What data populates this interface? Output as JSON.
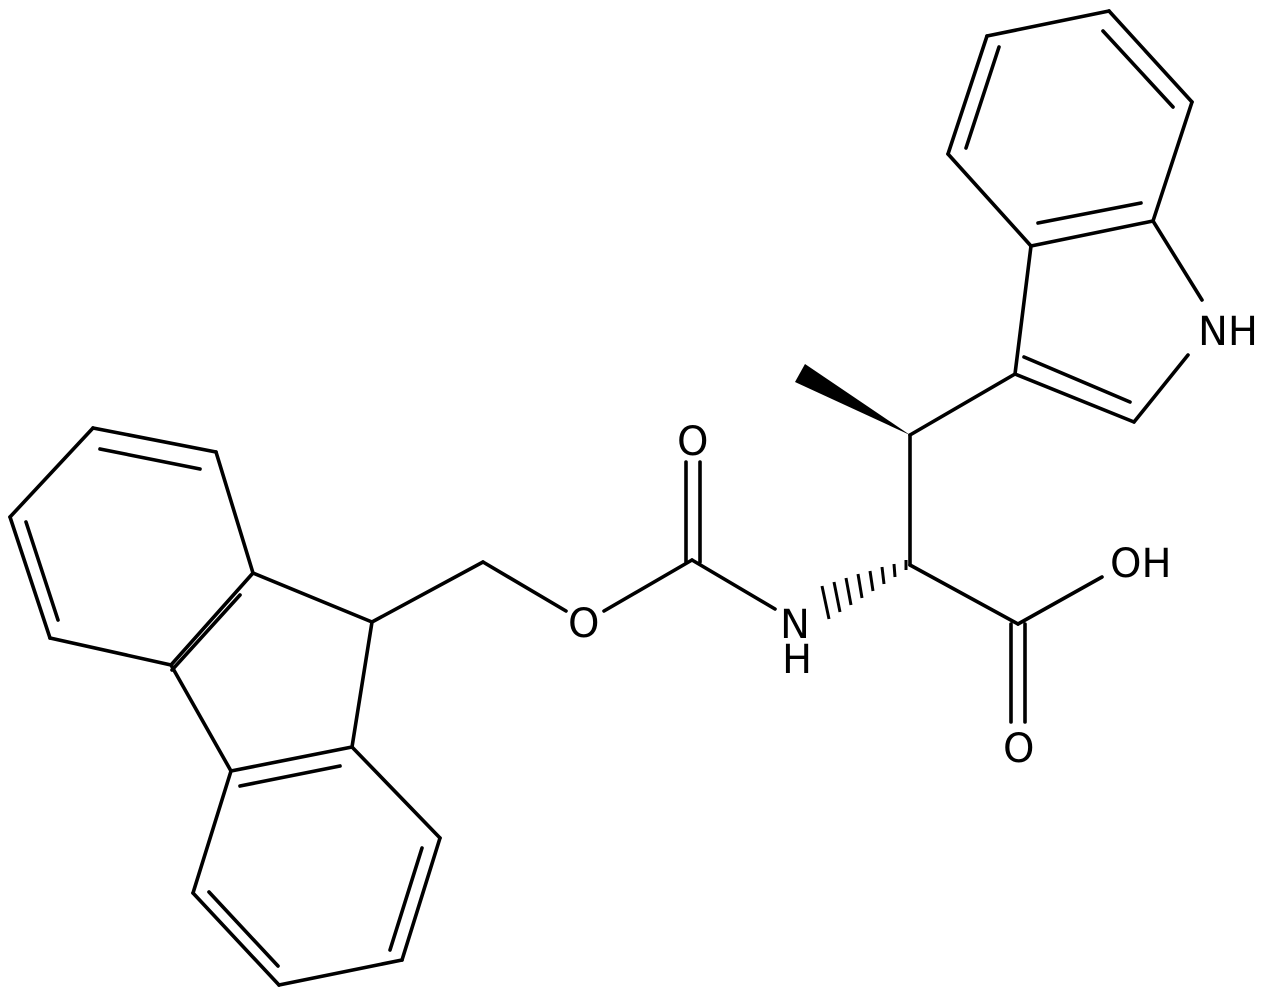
{
  "molecule": {
    "atom_labels": {
      "NH_indole": "NH",
      "OH_acid": "OH",
      "O_carbonyl_carbamate": "O",
      "O_ester": "O",
      "N_amide": "N",
      "H_amide": "H",
      "O_carbonyl_acid": "O"
    }
  }
}
